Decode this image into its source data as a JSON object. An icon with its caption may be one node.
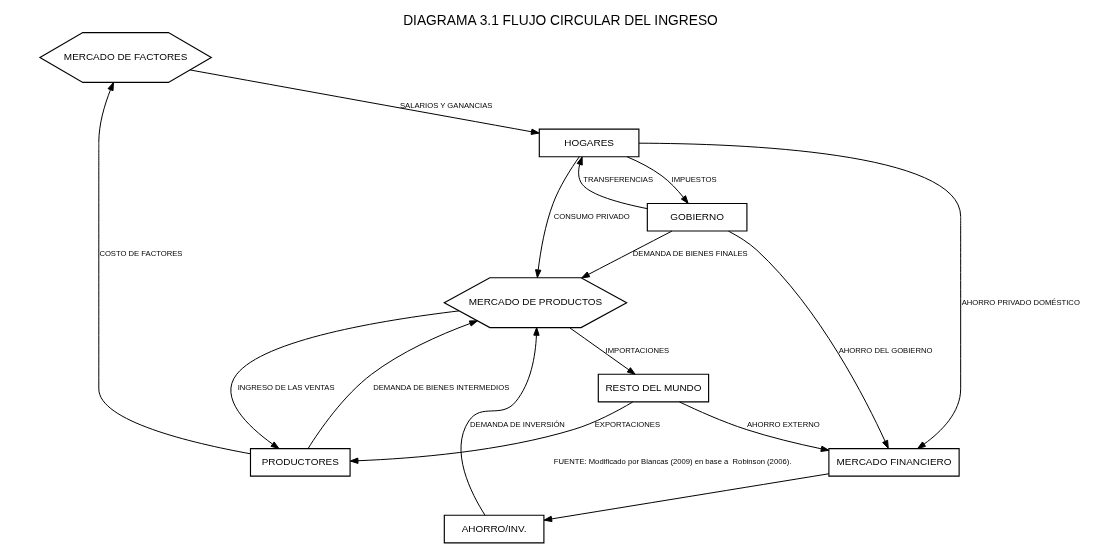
{
  "diagram": {
    "title": "DIAGRAMA 3.1 FLUJO CIRCULAR DEL INGRESO",
    "caption": "FUENTE: Modificado por Blancas (2009) en base a  Robinson (2006).",
    "nodes": [
      {
        "text": [
          "MERCADO DE FACTORES"
        ]
      },
      {
        "text": [
          "PRODUCTORES"
        ]
      },
      {
        "text": [
          "HOGARES"
        ]
      },
      {
        "text": [
          "GOBIERNO"
        ]
      },
      {
        "text": [
          "MERCADO FINANCIERO"
        ]
      },
      {
        "text": [
          "AHORRO/INV."
        ]
      },
      {
        "text": [
          "MERCADO DE PRODUCTOS"
        ]
      },
      {
        "text": [
          "RESTO DEL MUNDO"
        ]
      }
    ],
    "edges": [
      {
        "from": 1,
        "to": 0,
        "arrow": "to",
        "label": "COSTO DE FACTORES"
      },
      {
        "from": 0,
        "to": 2,
        "arrow": "to",
        "label": "SALARIOS Y GANANCIAS"
      },
      {
        "from": 2,
        "to": 4,
        "arrow": "to",
        "label": "AHORRO PRIVADO DOMÉSTICO"
      },
      {
        "from": 2,
        "to": 3,
        "arrow": "to",
        "label": "IMPUESTOS"
      },
      {
        "from": 3,
        "to": 2,
        "arrow": "to",
        "label": "TRANSFERENCIAS"
      },
      {
        "from": 3,
        "to": 4,
        "arrow": "to",
        "label": "AHORRO DEL GOBIERNO"
      },
      {
        "from": 4,
        "to": 5,
        "arrow": "to"
      },
      {
        "from": 1,
        "to": 6,
        "arrow": "to",
        "label": "DEMANDA DE BIENES INTERMEDIOS"
      },
      {
        "from": 6,
        "to": 1,
        "arrow": "to",
        "label": "INGRESO DE LAS VENTAS"
      },
      {
        "from": 2,
        "to": 6,
        "arrow": "to",
        "label": "CONSUMO PRIVADO"
      },
      {
        "from": 3,
        "to": 6,
        "arrow": "to",
        "label": "DEMANDA DE BIENES FINALES"
      },
      {
        "from": 5,
        "to": 6,
        "arrow": "to",
        "label": "DEMANDA DE INVERSIÓN"
      },
      {
        "from": 6,
        "to": 7,
        "arrow": "to",
        "label": "IMPORTACIONES"
      },
      {
        "from": 7,
        "to": 1,
        "arrow": "to",
        "label": "EXPORTACIONES"
      },
      {
        "from": 7,
        "to": 4,
        "arrow": "to",
        "label": "AHORRO EXTERNO"
      }
    ]
  }
}
